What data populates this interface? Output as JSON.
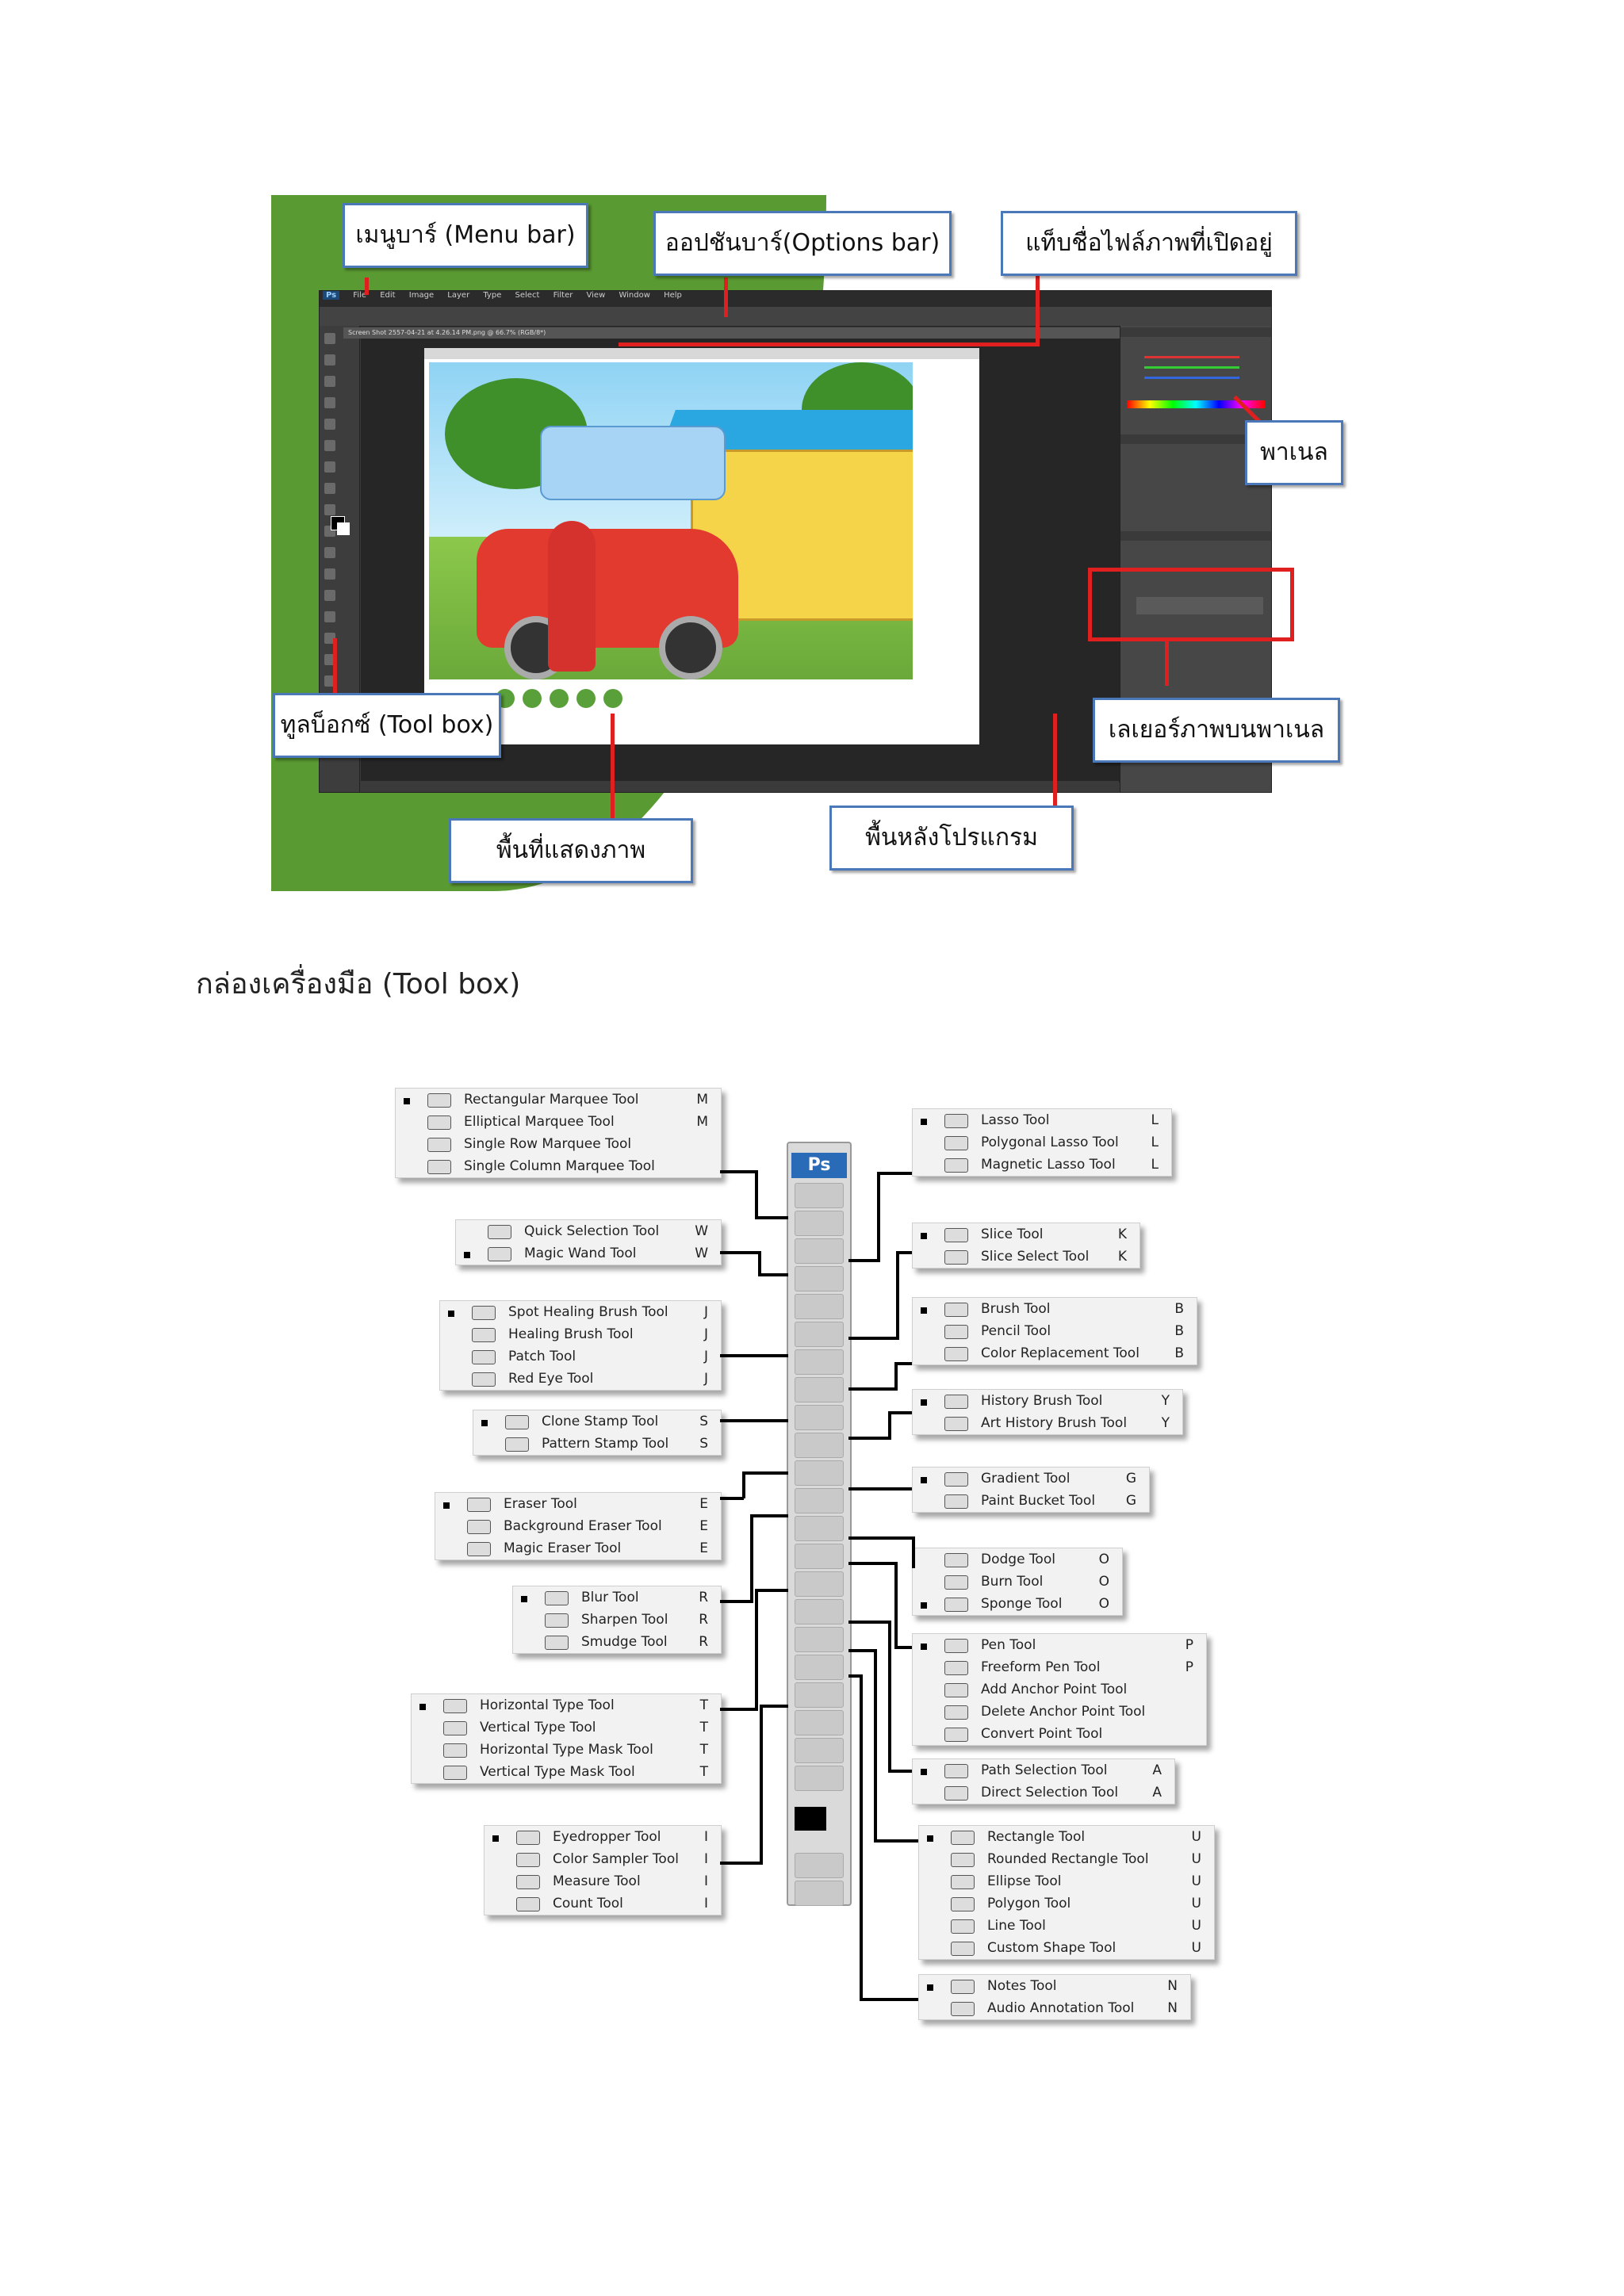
{
  "figure1": {
    "callouts": {
      "menu_bar": "เมนูบาร์ (Menu bar)",
      "options_bar": "ออปชันบาร์(Options bar)",
      "file_tab": "แท็บชื่อไฟล์ภาพที่เปิดอยู่",
      "panel": "พาเนล",
      "toolbox": "ทูลบ็อกซ์ (Tool box)",
      "layers_panel": "เลเยอร์ภาพบนพาเนล",
      "display_area": "พื้นที่แสดงภาพ",
      "program_background": "พื้นหลังโปรแกรม"
    },
    "ps_menu": [
      "Ps",
      "File",
      "Edit",
      "Image",
      "Layer",
      "Type",
      "Select",
      "Filter",
      "View",
      "Window",
      "Help"
    ],
    "tab_text": "Screen Shot 2557-04-21 at 4.26.14 PM.png @ 66.7% (RGB/8*)"
  },
  "heading": "กล่องเครื่องมือ (Tool box)",
  "toolbox_logo": "Ps",
  "groups_left": [
    {
      "tools": [
        {
          "name": "Rectangular Marquee Tool",
          "key": "M"
        },
        {
          "name": "Elliptical Marquee Tool",
          "key": "M"
        },
        {
          "name": "Single Row Marquee Tool",
          "key": ""
        },
        {
          "name": "Single Column Marquee Tool",
          "key": ""
        }
      ]
    },
    {
      "tools": [
        {
          "name": "Quick Selection Tool",
          "key": "W"
        },
        {
          "name": "Magic Wand Tool",
          "key": "W"
        }
      ]
    },
    {
      "tools": [
        {
          "name": "Spot Healing Brush Tool",
          "key": "J"
        },
        {
          "name": "Healing Brush Tool",
          "key": "J"
        },
        {
          "name": "Patch Tool",
          "key": "J"
        },
        {
          "name": "Red Eye Tool",
          "key": "J"
        }
      ]
    },
    {
      "tools": [
        {
          "name": "Clone Stamp Tool",
          "key": "S"
        },
        {
          "name": "Pattern Stamp Tool",
          "key": "S"
        }
      ]
    },
    {
      "tools": [
        {
          "name": "Eraser Tool",
          "key": "E"
        },
        {
          "name": "Background Eraser Tool",
          "key": "E"
        },
        {
          "name": "Magic Eraser Tool",
          "key": "E"
        }
      ]
    },
    {
      "tools": [
        {
          "name": "Blur Tool",
          "key": "R"
        },
        {
          "name": "Sharpen Tool",
          "key": "R"
        },
        {
          "name": "Smudge Tool",
          "key": "R"
        }
      ]
    },
    {
      "tools": [
        {
          "name": "Horizontal Type Tool",
          "key": "T"
        },
        {
          "name": "Vertical Type Tool",
          "key": "T"
        },
        {
          "name": "Horizontal Type Mask Tool",
          "key": "T"
        },
        {
          "name": "Vertical Type Mask Tool",
          "key": "T"
        }
      ]
    },
    {
      "tools": [
        {
          "name": "Eyedropper Tool",
          "key": "I"
        },
        {
          "name": "Color Sampler Tool",
          "key": "I"
        },
        {
          "name": "Measure Tool",
          "key": "I"
        },
        {
          "name": "Count Tool",
          "key": "I"
        }
      ]
    }
  ],
  "groups_right": [
    {
      "tools": [
        {
          "name": "Lasso Tool",
          "key": "L"
        },
        {
          "name": "Polygonal Lasso Tool",
          "key": "L"
        },
        {
          "name": "Magnetic Lasso Tool",
          "key": "L"
        }
      ]
    },
    {
      "tools": [
        {
          "name": "Slice Tool",
          "key": "K"
        },
        {
          "name": "Slice Select Tool",
          "key": "K"
        }
      ]
    },
    {
      "tools": [
        {
          "name": "Brush Tool",
          "key": "B"
        },
        {
          "name": "Pencil Tool",
          "key": "B"
        },
        {
          "name": "Color Replacement Tool",
          "key": "B"
        }
      ]
    },
    {
      "tools": [
        {
          "name": "History Brush Tool",
          "key": "Y"
        },
        {
          "name": "Art History Brush Tool",
          "key": "Y"
        }
      ]
    },
    {
      "tools": [
        {
          "name": "Gradient Tool",
          "key": "G"
        },
        {
          "name": "Paint Bucket Tool",
          "key": "G"
        }
      ]
    },
    {
      "tools": [
        {
          "name": "Dodge Tool",
          "key": "O"
        },
        {
          "name": "Burn Tool",
          "key": "O"
        },
        {
          "name": "Sponge Tool",
          "key": "O"
        }
      ]
    },
    {
      "tools": [
        {
          "name": "Pen Tool",
          "key": "P"
        },
        {
          "name": "Freeform Pen Tool",
          "key": "P"
        },
        {
          "name": "Add Anchor Point Tool",
          "key": ""
        },
        {
          "name": "Delete Anchor Point Tool",
          "key": ""
        },
        {
          "name": "Convert Point Tool",
          "key": ""
        }
      ]
    },
    {
      "tools": [
        {
          "name": "Path Selection Tool",
          "key": "A"
        },
        {
          "name": "Direct Selection Tool",
          "key": "A"
        }
      ]
    },
    {
      "tools": [
        {
          "name": "Rectangle Tool",
          "key": "U"
        },
        {
          "name": "Rounded Rectangle Tool",
          "key": "U"
        },
        {
          "name": "Ellipse Tool",
          "key": "U"
        },
        {
          "name": "Polygon Tool",
          "key": "U"
        },
        {
          "name": "Line Tool",
          "key": "U"
        },
        {
          "name": "Custom Shape Tool",
          "key": "U"
        }
      ]
    },
    {
      "tools": [
        {
          "name": "Notes Tool",
          "key": "N"
        },
        {
          "name": "Audio Annotation Tool",
          "key": "N"
        }
      ]
    }
  ]
}
